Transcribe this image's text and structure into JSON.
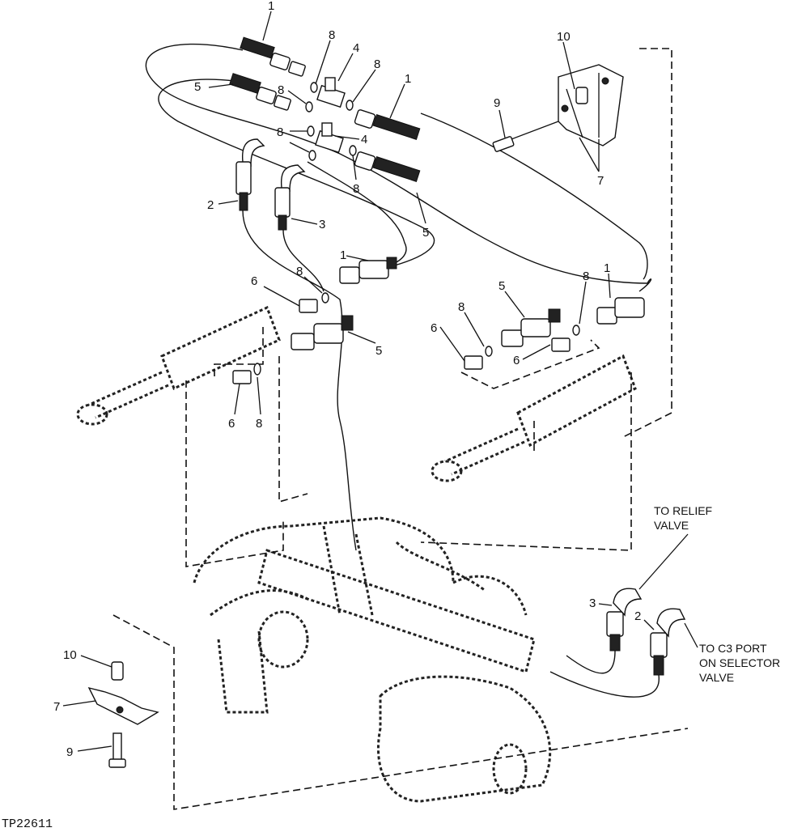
{
  "labels": {
    "hose_1": "1",
    "hose_2": "2",
    "hose_3": "3",
    "tee_4": "4",
    "hose_5": "5",
    "fitting_6": "6",
    "clamp_7": "7",
    "oring_8": "8",
    "screw_9": "9",
    "spacer_10": "10"
  },
  "notes": {
    "relief_line1": "TO RELIEF",
    "relief_line2": "VALVE",
    "c3_line1": "TO C3 PORT",
    "c3_line2": "ON SELECTOR",
    "c3_line3": "VALVE"
  },
  "figure_id": "TP22611"
}
